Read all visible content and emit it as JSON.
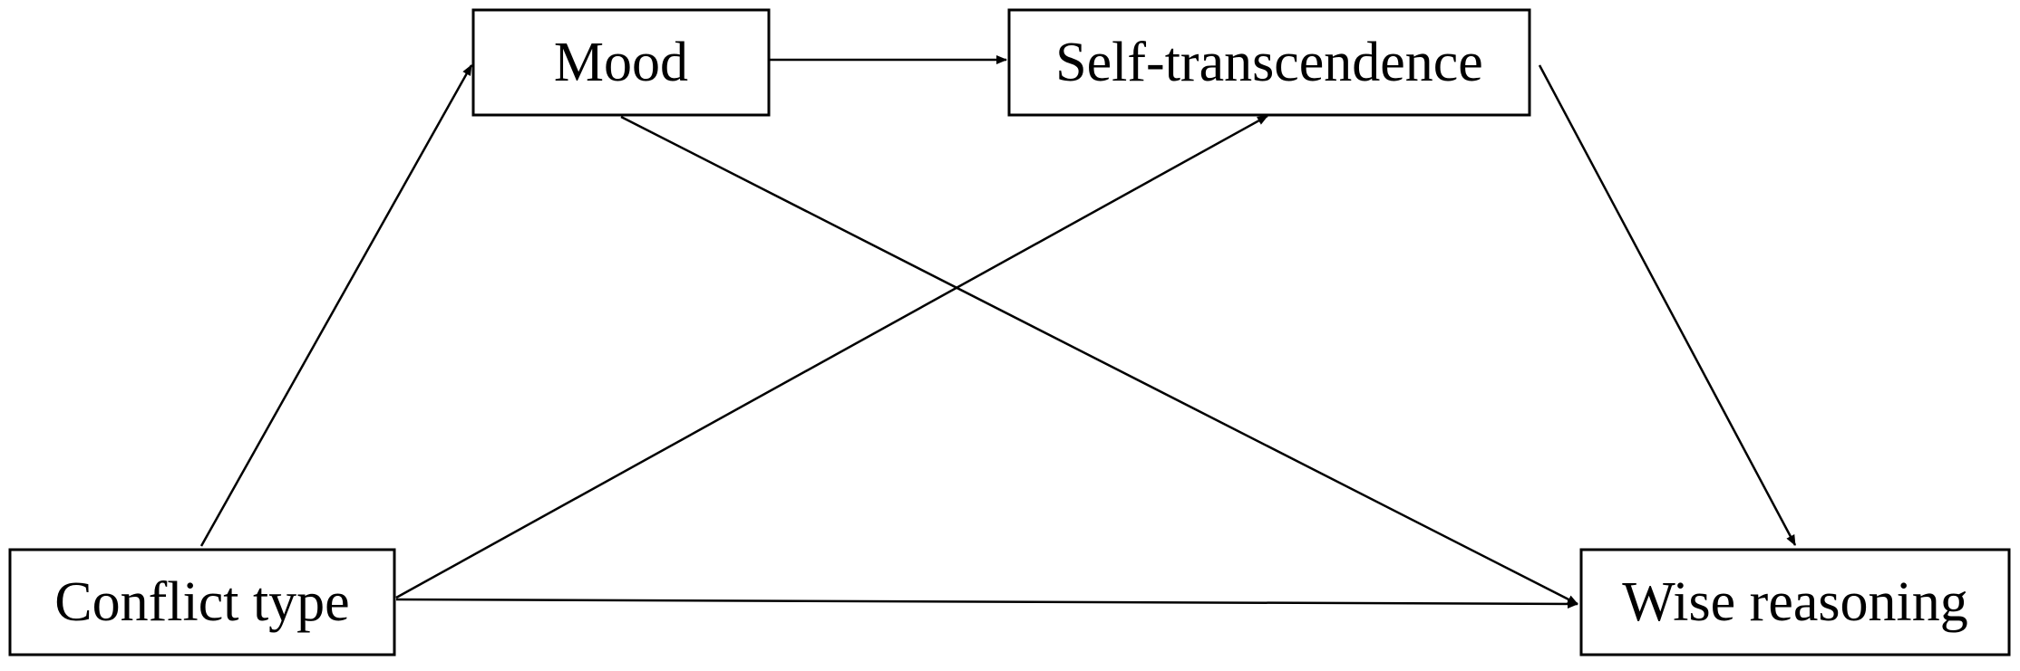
{
  "diagram": {
    "nodes": {
      "mood": {
        "label": "Mood"
      },
      "self_transcendence": {
        "label": "Self-transcendence"
      },
      "conflict_type": {
        "label": "Conflict type"
      },
      "wise_reasoning": {
        "label": "Wise reasoning"
      }
    },
    "edges": [
      {
        "from": "conflict_type",
        "to": "mood"
      },
      {
        "from": "mood",
        "to": "self_transcendence"
      },
      {
        "from": "conflict_type",
        "to": "self_transcendence"
      },
      {
        "from": "mood",
        "to": "wise_reasoning"
      },
      {
        "from": "self_transcendence",
        "to": "wise_reasoning"
      },
      {
        "from": "conflict_type",
        "to": "wise_reasoning"
      }
    ],
    "colors": {
      "stroke": "#000000",
      "background": "#ffffff"
    }
  }
}
